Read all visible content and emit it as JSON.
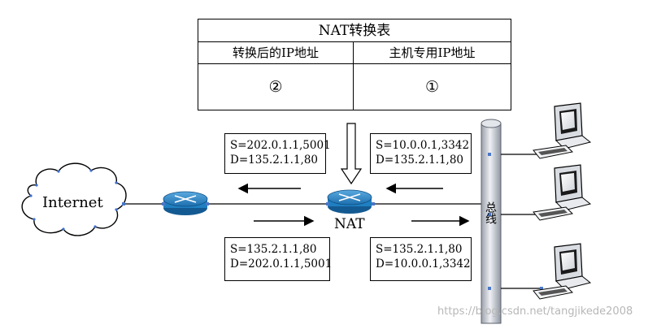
{
  "nat_table": {
    "title": "NAT转换表",
    "col_translated": "转换后的IP地址",
    "col_private": "主机专用IP地址",
    "cell_translated": "②",
    "cell_private": "①"
  },
  "packets": {
    "out_after": {
      "src": "S=202.0.1.1,5001",
      "dst": "D=135.2.1.1,80"
    },
    "out_before": {
      "src": "S=10.0.0.1,3342",
      "dst": "D=135.2.1.1,80"
    },
    "in_before": {
      "src": "S=135.2.1.1,80",
      "dst": "D=202.0.1.1,5001"
    },
    "in_after": {
      "src": "S=135.2.1.1,80",
      "dst": "D=10.0.0.1,3342"
    }
  },
  "labels": {
    "internet": "Internet",
    "nat": "NAT",
    "bus": "总线"
  },
  "watermark": "https://blog.csdn.net/tangjikede2008",
  "colors": {
    "router": "#1f7fc0",
    "bus": "#c8ccd4",
    "handle": "#4a78c8"
  }
}
